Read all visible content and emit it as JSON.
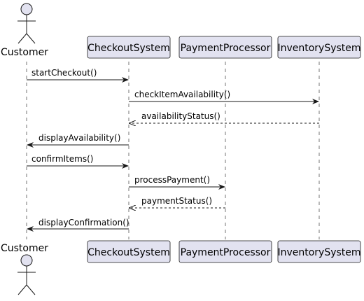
{
  "participants": {
    "customer": "Customer",
    "checkout": "CheckoutSystem",
    "payment": "PaymentProcessor",
    "inventory": "InventorySystem"
  },
  "messages": [
    {
      "label": "startCheckout()",
      "from": "customer",
      "to": "checkout",
      "type": "sync"
    },
    {
      "label": "checkItemAvailability()",
      "from": "checkout",
      "to": "inventory",
      "type": "sync"
    },
    {
      "label": "availabilityStatus()",
      "from": "inventory",
      "to": "checkout",
      "type": "reply"
    },
    {
      "label": "displayAvailability()",
      "from": "checkout",
      "to": "customer",
      "type": "sync"
    },
    {
      "label": "confirmItems()",
      "from": "customer",
      "to": "checkout",
      "type": "sync"
    },
    {
      "label": "processPayment()",
      "from": "checkout",
      "to": "payment",
      "type": "sync"
    },
    {
      "label": "paymentStatus()",
      "from": "payment",
      "to": "checkout",
      "type": "reply"
    },
    {
      "label": "displayConfirmation()",
      "from": "checkout",
      "to": "customer",
      "type": "sync"
    }
  ],
  "colors": {
    "participant_fill": "#e2e2f0",
    "line": "#181818"
  }
}
